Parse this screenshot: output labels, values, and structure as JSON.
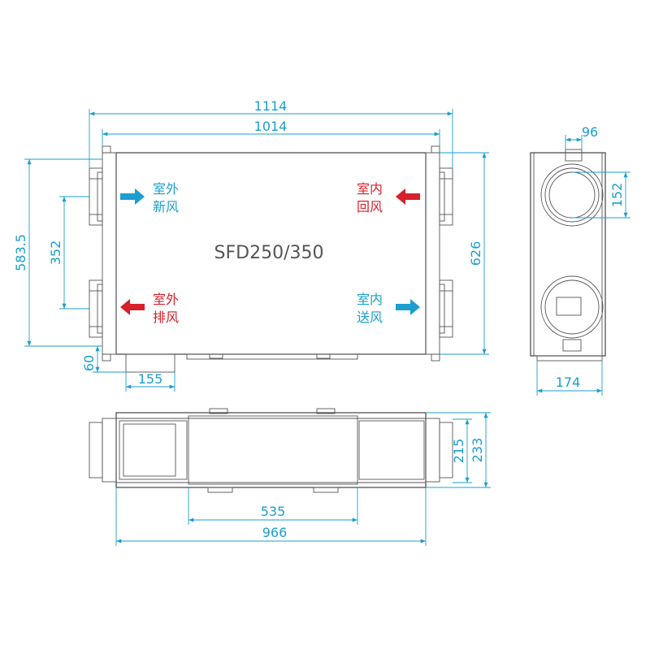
{
  "model": "SFD250/350",
  "labels": {
    "outdoor_fresh": [
      "室外",
      "新风"
    ],
    "indoor_return": [
      "室内",
      "回风"
    ],
    "outdoor_exhaust": [
      "室外",
      "排风"
    ],
    "indoor_supply": [
      "室内",
      "送风"
    ]
  },
  "dimensions": {
    "overall_width": "1114",
    "body_width": "1014",
    "left_height": "583.5",
    "port_spacing": "352",
    "right_height": "626",
    "bottom_offset": "60",
    "bottom_width": "155",
    "side_top": "96",
    "side_port": "152",
    "side_width": "174",
    "top_height_inner": "215",
    "top_height_outer": "233",
    "top_mid": "535",
    "top_overall": "966"
  },
  "colors": {
    "dimension": "#1a9fcf",
    "outdoor_arrow": "#1a9fcf",
    "indoor_arrow_red": "#d6202a",
    "body": "#444444"
  }
}
